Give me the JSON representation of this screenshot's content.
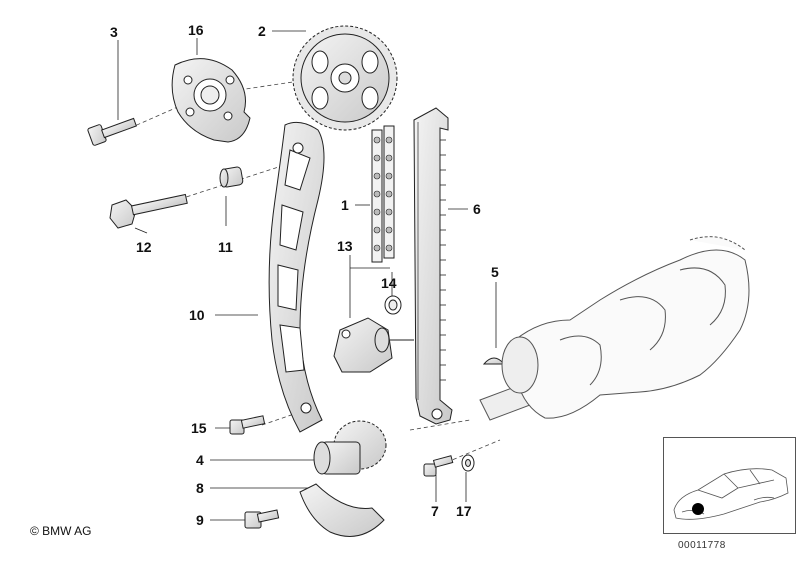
{
  "callouts": {
    "c1": "1",
    "c2": "2",
    "c3": "3",
    "c4": "4",
    "c5": "5",
    "c6": "6",
    "c7": "7",
    "c8": "8",
    "c9": "9",
    "c10": "10",
    "c11": "11",
    "c12": "12",
    "c13": "13",
    "c14": "14",
    "c15": "15",
    "c16": "16",
    "c17": "17"
  },
  "copyright": "© BMW AG",
  "part_number": "00011778"
}
